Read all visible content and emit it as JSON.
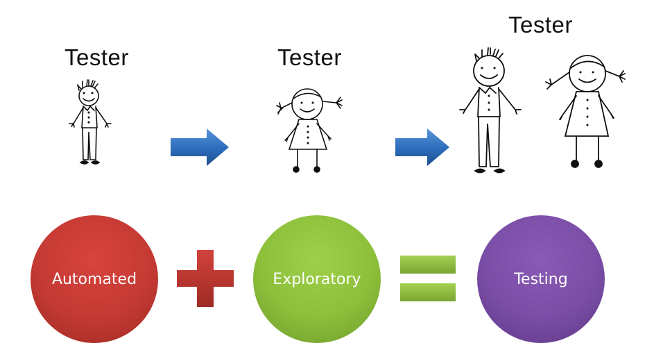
{
  "stages": [
    {
      "label": "Tester"
    },
    {
      "label": "Tester"
    },
    {
      "label": "Tester"
    }
  ],
  "equation": {
    "term1": "Automated",
    "term2": "Exploratory",
    "result": "Testing"
  },
  "colors": {
    "automated": "#c43a33",
    "exploratory": "#8cbf3a",
    "testing": "#7a4da6",
    "arrow": "#2f6fbe",
    "plus": "#b8312c",
    "equals": "#8cbf3a"
  }
}
